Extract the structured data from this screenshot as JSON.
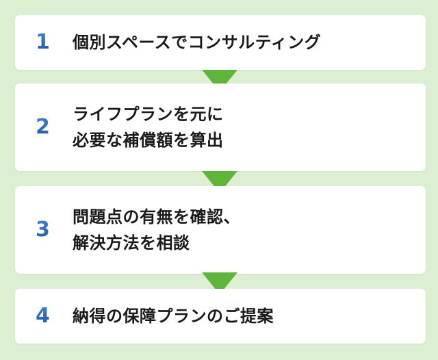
{
  "colors": {
    "background": "#dcefd2",
    "box": "#ffffff",
    "number": "#2466b4",
    "arrow": "#5fb53a",
    "text": "#1a1a1a"
  },
  "steps": [
    {
      "number": "1",
      "lines": [
        "個別スペースでコンサルティング"
      ]
    },
    {
      "number": "2",
      "lines": [
        "ライフプランを元に",
        "必要な補償額を算出"
      ]
    },
    {
      "number": "3",
      "lines": [
        "問題点の有無を確認、",
        "解決方法を相談"
      ]
    },
    {
      "number": "4",
      "lines": [
        "納得の保障プランのご提案"
      ]
    }
  ]
}
